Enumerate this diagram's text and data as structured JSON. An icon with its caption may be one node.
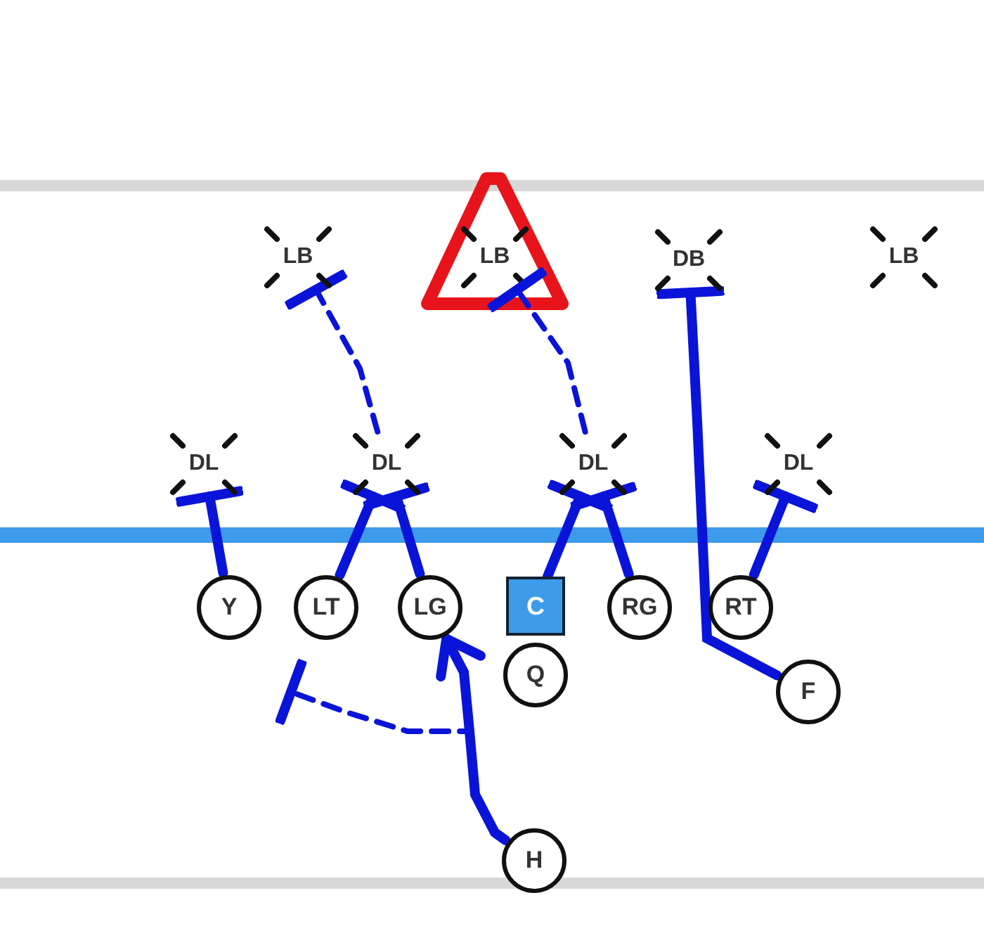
{
  "diagram": {
    "nodes": [
      {
        "text": [
          "LB"
        ]
      },
      {
        "text": [],
        "shape": "triangle"
      },
      {
        "text": [
          "LB"
        ],
        "in": 1
      },
      {
        "text": [
          "DB"
        ]
      },
      {
        "text": [
          "LB"
        ]
      },
      {
        "text": [
          "DL"
        ]
      },
      {
        "text": [
          "DL"
        ]
      },
      {
        "text": [
          "DL"
        ]
      },
      {
        "text": [
          "DL"
        ]
      },
      {
        "text": [
          "Y"
        ]
      },
      {
        "text": [
          "LT"
        ]
      },
      {
        "text": [
          "LG"
        ]
      },
      {
        "text": [
          "C"
        ]
      },
      {
        "text": [
          "RG"
        ]
      },
      {
        "text": [
          "RT"
        ]
      },
      {
        "text": [
          "Q"
        ]
      },
      {
        "text": [
          "F"
        ]
      },
      {
        "text": [
          "H"
        ]
      }
    ],
    "edges": [
      {
        "from": 9,
        "to": 5,
        "arrow": "other"
      },
      {
        "from": 10,
        "to": 6,
        "arrow": "other"
      },
      {
        "from": 11,
        "to": 6,
        "arrow": "other"
      },
      {
        "from": 6,
        "to": 0,
        "arrow": "other",
        "style": "dashed"
      },
      {
        "from": 12,
        "to": 7,
        "arrow": "other"
      },
      {
        "from": 13,
        "to": 7,
        "arrow": "other"
      },
      {
        "from": 7,
        "to": 2,
        "arrow": "other",
        "style": "dashed"
      },
      {
        "from": 16,
        "to": 3,
        "arrow": "other"
      },
      {
        "from": 14,
        "to": 8,
        "arrow": "other"
      },
      {
        "from": 17,
        "to": 11,
        "arrow": "to"
      },
      {
        "from": 17,
        "to": null,
        "arrow": "other",
        "style": "dashed"
      }
    ]
  }
}
